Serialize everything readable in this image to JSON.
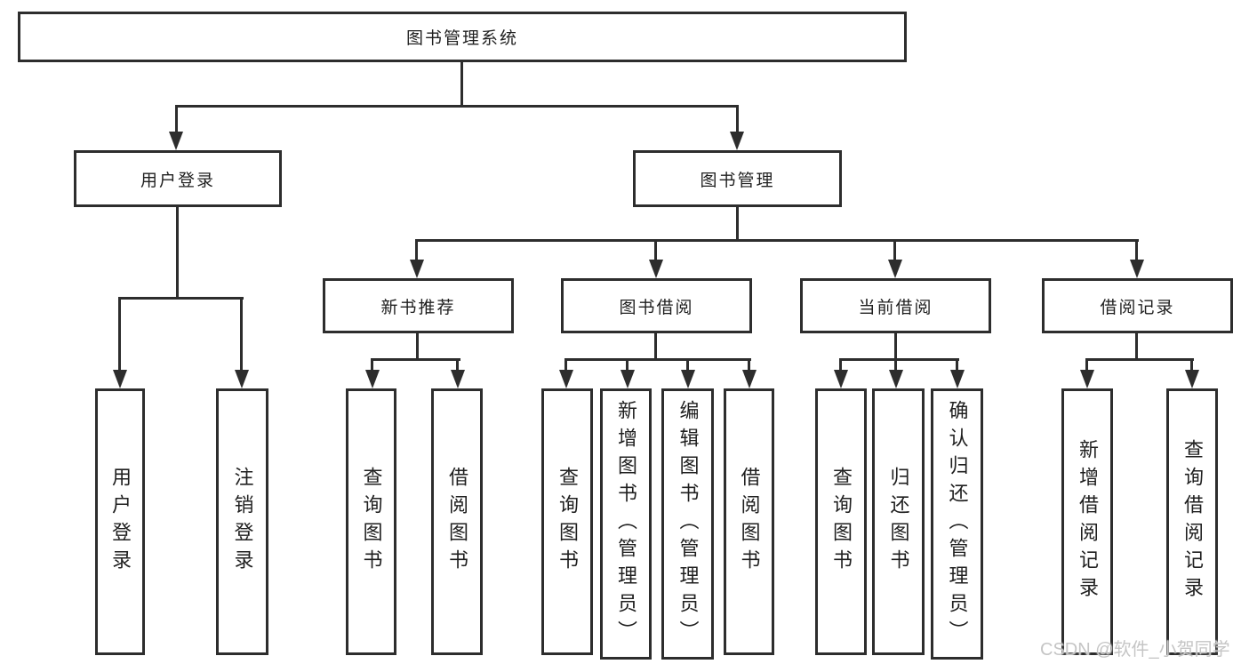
{
  "tree": {
    "root": "图书管理系统",
    "children": [
      {
        "label": "用户登录",
        "children": [
          "用户登录",
          "注销登录"
        ]
      },
      {
        "label": "图书管理",
        "children": [
          {
            "label": "新书推荐",
            "children": [
              "查询图书",
              "借阅图书"
            ]
          },
          {
            "label": "图书借阅",
            "children": [
              "查询图书",
              "新增图书（管理员）",
              "编辑图书（管理员）",
              "借阅图书"
            ]
          },
          {
            "label": "当前借阅",
            "children": [
              "查询图书",
              "归还图书",
              "确认归还（管理员）"
            ]
          },
          {
            "label": "借阅记录",
            "children": [
              "新增借阅记录",
              "查询借阅记录"
            ]
          }
        ]
      }
    ]
  },
  "watermark": {
    "text": "CSDN @软件_小贺同学"
  },
  "colors": {
    "line": "#2d2d2d",
    "text": "#1f1f1f",
    "watermark": "#c5c5c5",
    "background": "#ffffff"
  }
}
